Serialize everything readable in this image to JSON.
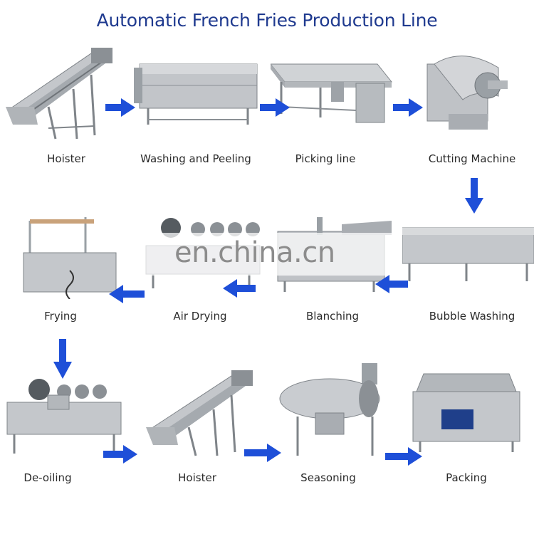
{
  "title": "Automatic French Fries Production Line",
  "watermark": "en.china.cn",
  "colors": {
    "title": "#1f3a8f",
    "arrow": "#1e4fd8",
    "steel": "#b9bcc0",
    "steel_dark": "#7f8489",
    "belt": "#9aa0a5"
  },
  "steps": [
    {
      "label": "Hoister"
    },
    {
      "label": "Washing and Peeling"
    },
    {
      "label": "Picking line"
    },
    {
      "label": "Cutting Machine"
    },
    {
      "label": "Bubble Washing"
    },
    {
      "label": "Blanching"
    },
    {
      "label": "Air Drying"
    },
    {
      "label": "Frying"
    },
    {
      "label": "De-oiling"
    },
    {
      "label": "Hoister"
    },
    {
      "label": "Seasoning"
    },
    {
      "label": "Packing"
    }
  ]
}
